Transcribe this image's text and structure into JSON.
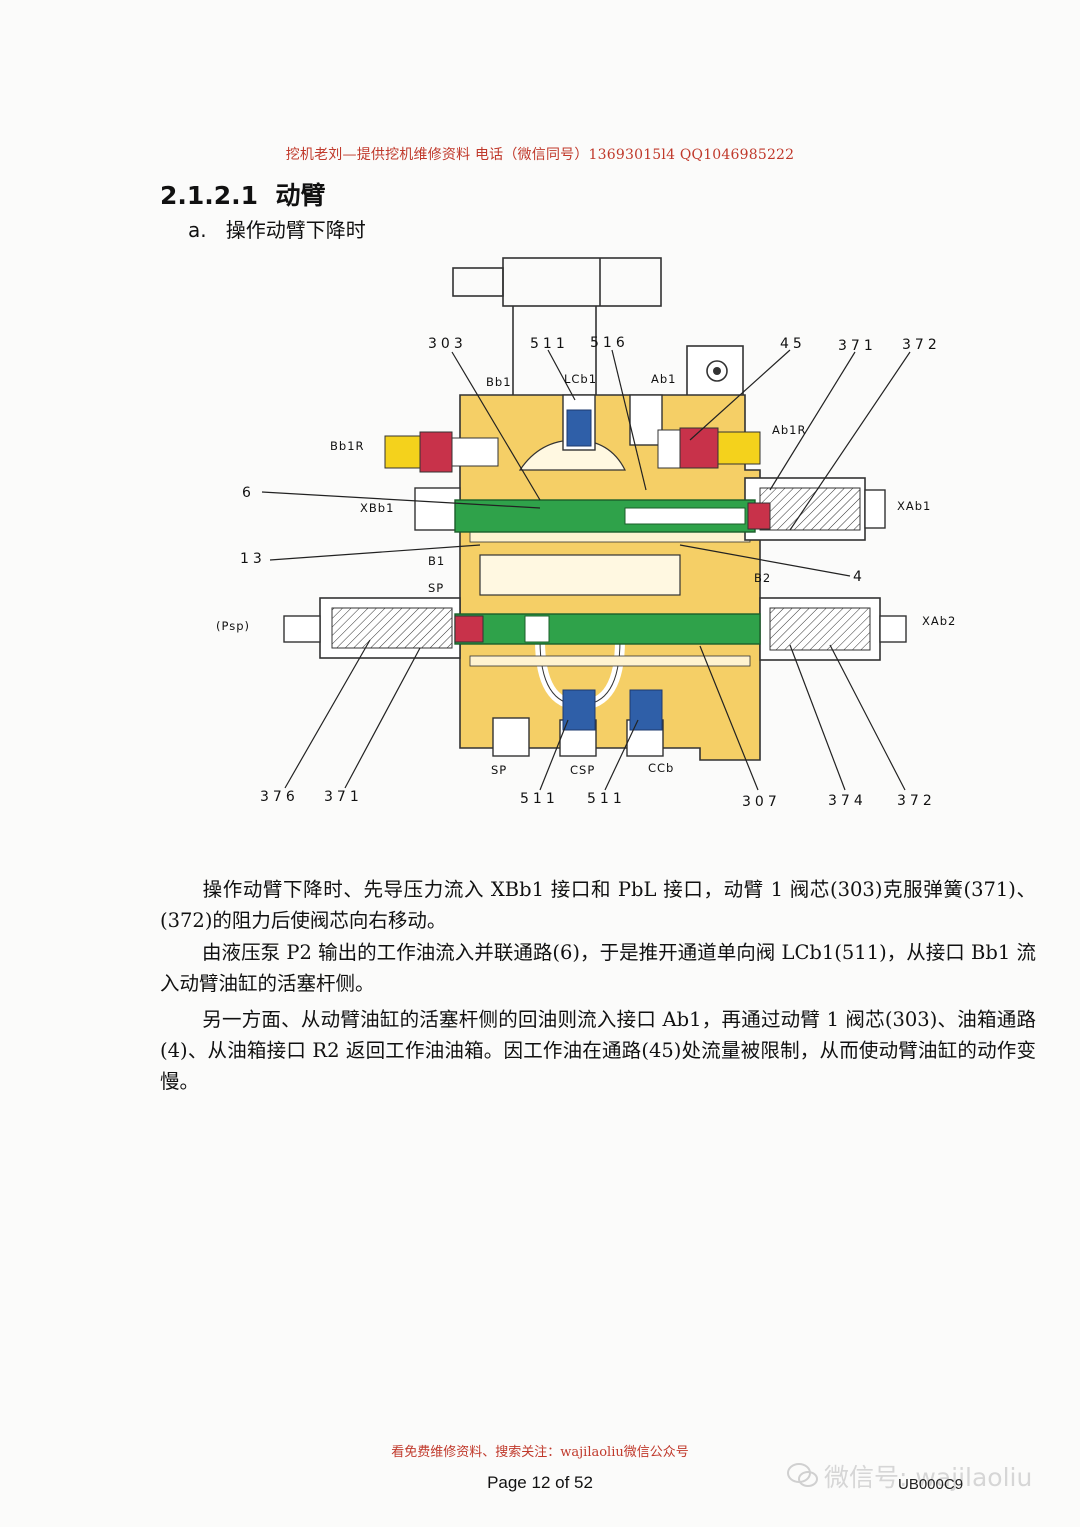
{
  "header_note": "挖机老刘—提供挖机维修资料 电话（微信同号）13693015l4   QQ1046985222",
  "section": {
    "number": "2.1.2.1",
    "title": "动臂",
    "subsection_marker": "a.",
    "subsection_title": "操作动臂下降时"
  },
  "diagram": {
    "callouts": {
      "c303": "303",
      "c511a": "511",
      "c516": "516",
      "c45": "45",
      "c371a": "371",
      "c372a": "372",
      "c6": "6",
      "c13": "13",
      "c4": "4",
      "c376": "376",
      "c371b": "371",
      "c511b": "511",
      "c511c": "511",
      "c307": "307",
      "c374": "374",
      "c372b": "372"
    },
    "ports": {
      "bb1": "Bb1",
      "lcb1": "LCb1",
      "ab1": "Ab1",
      "bb1r": "Bb1R",
      "ab1r": "Ab1R",
      "xbb1": "XBb1",
      "xab1": "XAb1",
      "b1": "B1",
      "b2": "B2",
      "sp_left": "SP",
      "psp": "(Psp)",
      "xab2": "XAb2",
      "sp_bottom": "SP",
      "csp": "CSP",
      "ccb": "CCb"
    },
    "colors": {
      "body": "#f5cf66",
      "spool": "#2fa24a",
      "check_valve": "#2f5fa8",
      "relief_red": "#c8324a",
      "relief_yellow": "#f4d21c"
    }
  },
  "paragraphs": [
    "操作动臂下降时、先导压力流入 XBb1 接口和 PbL 接口，动臂 1 阀芯(303)克服弹簧(371)、(372)的阻力后使阀芯向右移动。",
    "由液压泵 P2 输出的工作油流入并联通路(6)，于是推开通道单向阀 LCb1(511)，从接口 Bb1 流入动臂油缸的活塞杆侧。",
    "另一方面、从动臂油缸的活塞杆侧的回油则流入接口 Ab1，再通过动臂 1 阀芯(303)、油箱通路(4)、从油箱接口 R2 返回工作油油箱。因工作油在通路(45)处流量被限制，从而使动臂油缸的动作变慢。"
  ],
  "footer_note": "看免费维修资料、搜索关注：wajilaoliu微信公众号",
  "page_number": "Page 12 of 52",
  "doc_code": "UB000C9",
  "watermark": "微信号: wajilaoliu"
}
